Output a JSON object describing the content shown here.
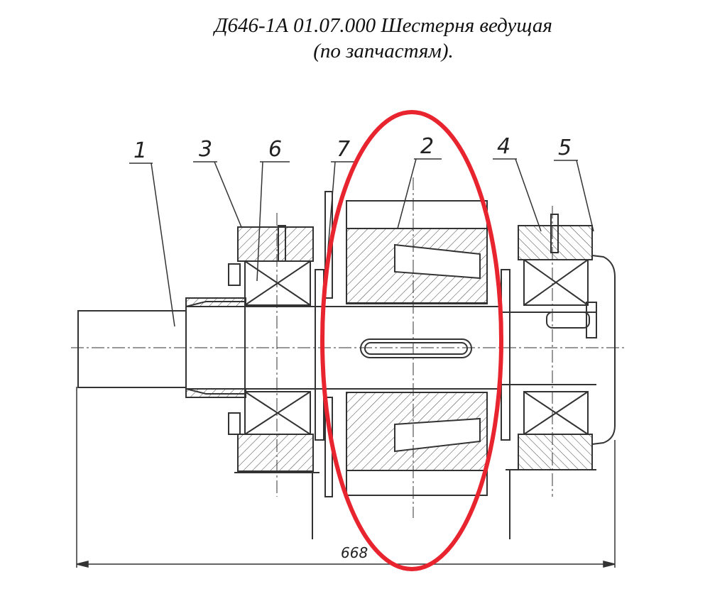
{
  "title": {
    "line1": "Д646-1А 01.07.000 Шестерня ведущая",
    "line2": "(по запчастям)."
  },
  "callouts": [
    "1",
    "3",
    "6",
    "7",
    "2",
    "4",
    "5"
  ],
  "dimension": "668",
  "highlight_color": "#e8242f"
}
